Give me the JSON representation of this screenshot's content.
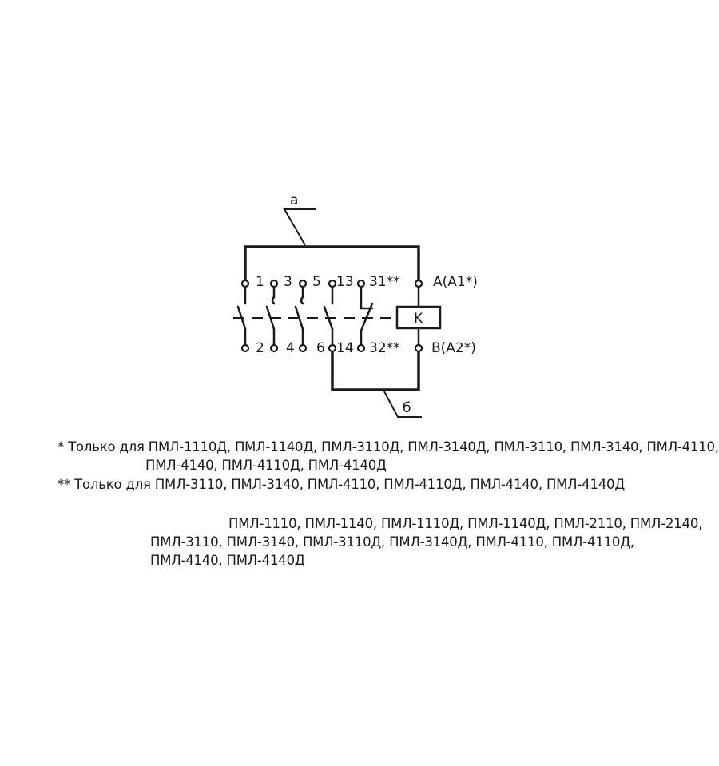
{
  "diagram": {
    "leader_a": "а",
    "leader_b": "б",
    "coil_label": "K",
    "terminal_labels_top": [
      "1",
      "3",
      "5",
      "13",
      "31**"
    ],
    "terminal_labels_bottom": [
      "2",
      "4",
      "6",
      "14",
      "32**"
    ],
    "coil_top_label": "A(A1*)",
    "coil_bottom_label": "B(A2*)"
  },
  "notes": {
    "note1_line1": "* Только для ПМЛ-1110Д, ПМЛ-1140Д, ПМЛ-3110Д, ПМЛ-3140Д, ПМЛ-3110, ПМЛ-3140, ПМЛ-4110,",
    "note1_line2": "ПМЛ-4140, ПМЛ-4110Д, ПМЛ-4140Д",
    "note2": "** Только для ПМЛ-3110, ПМЛ-3140, ПМЛ-4110, ПМЛ-4110Д, ПМЛ-4140, ПМЛ-4140Д",
    "models_line1": "ПМЛ-1110, ПМЛ-1140, ПМЛ-1110Д, ПМЛ-1140Д, ПМЛ-2110, ПМЛ-2140,",
    "models_line2": "ПМЛ-3110, ПМЛ-3140, ПМЛ-3110Д, ПМЛ-3140Д, ПМЛ-4110, ПМЛ-4110Д,",
    "models_line3": "ПМЛ-4140, ПМЛ-4140Д"
  }
}
